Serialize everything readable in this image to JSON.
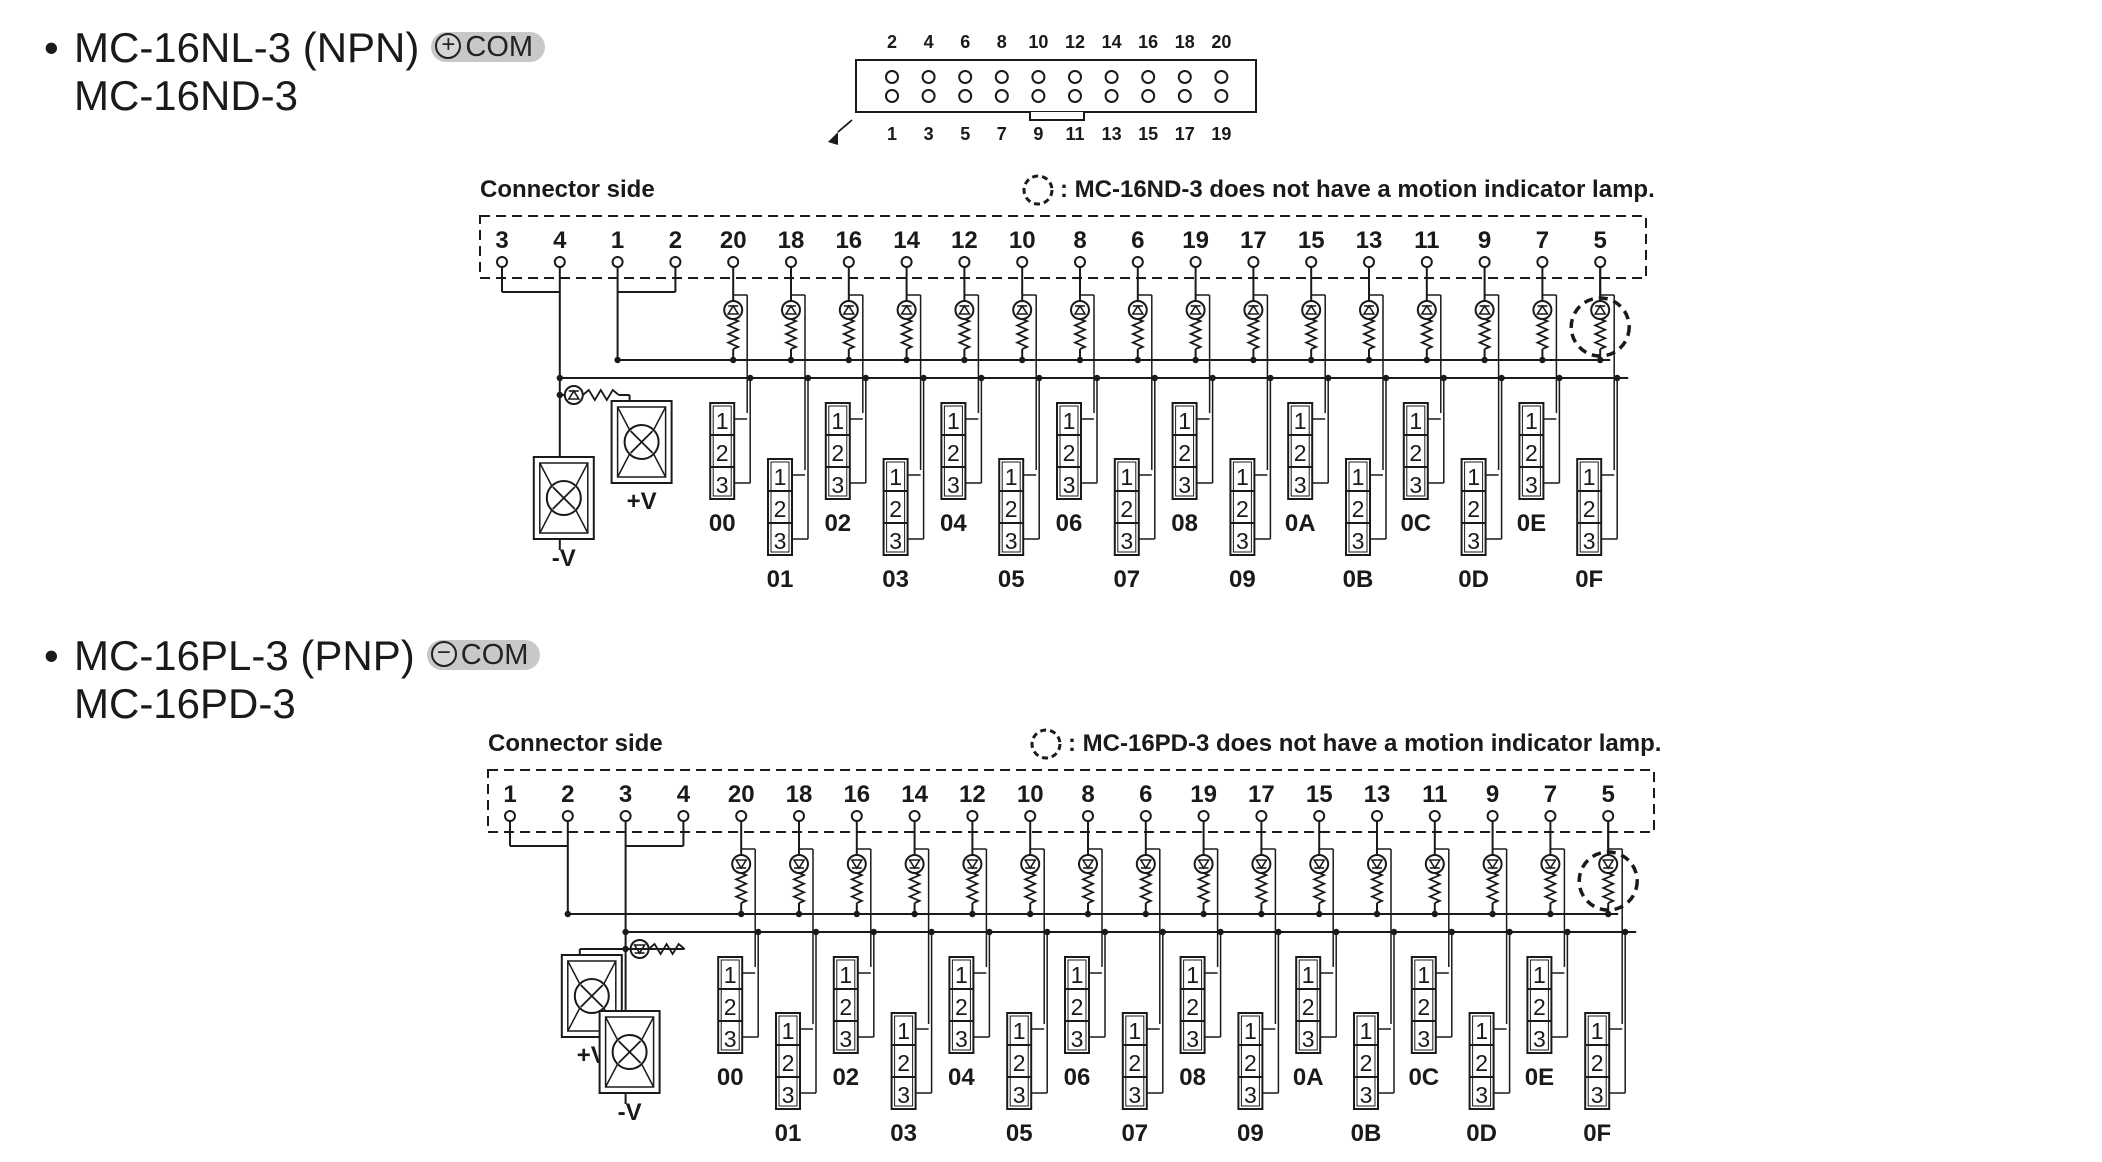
{
  "section_npn": {
    "bullet": "•",
    "title_line1": "MC-16NL-3 (NPN)",
    "badge_sign": "+",
    "badge_label": "COM",
    "title_line2": "MC-16ND-3",
    "connector_side": "Connector side",
    "lamp_note": ": MC-16ND-3 does not have a motion indicator lamp.",
    "terminals": [
      "3",
      "4",
      "1",
      "2",
      "20",
      "18",
      "16",
      "14",
      "12",
      "10",
      "8",
      "6",
      "19",
      "17",
      "15",
      "13",
      "11",
      "9",
      "7",
      "5"
    ],
    "upper_labels": [
      "00",
      "02",
      "04",
      "06",
      "08",
      "0A",
      "0C",
      "0E"
    ],
    "lower_labels": [
      "01",
      "03",
      "05",
      "07",
      "09",
      "0B",
      "0D",
      "0F"
    ],
    "plus_v": "+V",
    "minus_v": "-V"
  },
  "section_pnp": {
    "bullet": "•",
    "title_line1": "MC-16PL-3 (PNP)",
    "badge_sign": "−",
    "badge_label": "COM",
    "title_line2": "MC-16PD-3",
    "connector_side": "Connector side",
    "lamp_note": ": MC-16PD-3 does not have a motion indicator lamp.",
    "terminals": [
      "1",
      "2",
      "3",
      "4",
      "20",
      "18",
      "16",
      "14",
      "12",
      "10",
      "8",
      "6",
      "19",
      "17",
      "15",
      "13",
      "11",
      "9",
      "7",
      "5"
    ],
    "upper_labels": [
      "00",
      "02",
      "04",
      "06",
      "08",
      "0A",
      "0C",
      "0E"
    ],
    "lower_labels": [
      "01",
      "03",
      "05",
      "07",
      "09",
      "0B",
      "0D",
      "0F"
    ],
    "plus_v": "+V",
    "minus_v": "-V"
  },
  "connector_header": {
    "top_pins": [
      "2",
      "4",
      "6",
      "8",
      "10",
      "12",
      "14",
      "16",
      "18",
      "20"
    ],
    "bottom_pins": [
      "1",
      "3",
      "5",
      "7",
      "9",
      "11",
      "13",
      "15",
      "17",
      "19"
    ]
  },
  "valve_pins": [
    "1",
    "2",
    "3"
  ],
  "colors": {
    "line": "#1a1a1a",
    "badge_bg": "#c8c8c8",
    "background": "#ffffff"
  }
}
